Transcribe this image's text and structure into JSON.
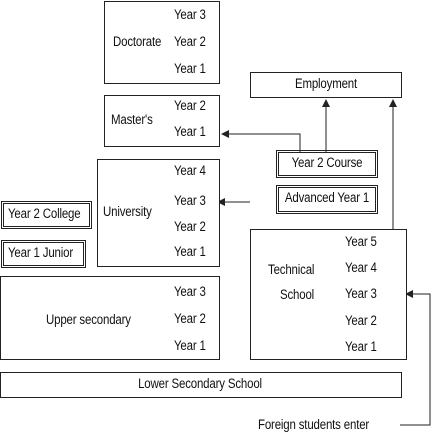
{
  "doctorate": {
    "label": "Doctorate",
    "years": [
      "Year 3",
      "Year 2",
      "Year 1"
    ]
  },
  "masters": {
    "label": "Master's",
    "years": [
      "Year 2",
      "Year 1"
    ]
  },
  "university": {
    "label": "University",
    "years": [
      "Year 4",
      "Year 3",
      "Year 2",
      "Year 1"
    ]
  },
  "college": {
    "year2": "Year 2 College",
    "year1": "Year 1 Junior"
  },
  "upper_secondary": {
    "label": "Upper secondary",
    "years": [
      "Year 3",
      "Year 2",
      "Year 1"
    ]
  },
  "lower_secondary": {
    "label": "Lower Secondary School"
  },
  "employment": {
    "label": "Employment"
  },
  "year2_course": {
    "label": "Year 2 Course"
  },
  "advanced_year1": {
    "label": "Advanced Year 1"
  },
  "technical_school": {
    "label_line1": "Technical",
    "label_line2": "School",
    "years": [
      "Year 5",
      "Year 4",
      "Year 3",
      "Year 2",
      "Year 1"
    ]
  },
  "foreign_students": {
    "label": "Foreign students enter"
  }
}
